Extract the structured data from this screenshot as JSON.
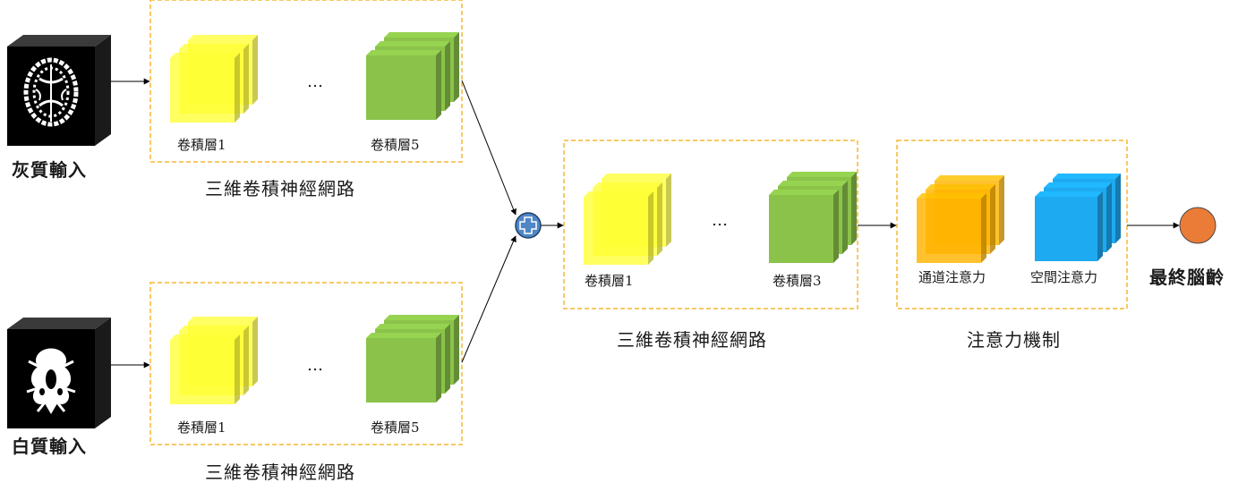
{
  "colors": {
    "yellow": "#ffff33",
    "green": "#8bc34a",
    "orange": "#ffb300",
    "blue": "#1eaaf1",
    "dashed": "#f5b731",
    "output": "#ea7c37",
    "plus": "#4f86c6"
  },
  "icons": {
    "sum": "plus-circle-icon",
    "output": "output-circle-icon"
  },
  "labels": {
    "gray_input": "灰質輸入",
    "white_input": "白質輸入",
    "top_block": {
      "first_layer": "卷積層1",
      "last_layer": "卷積層5",
      "ellipsis": "…",
      "caption": "三維卷積神經網路"
    },
    "bottom_block": {
      "first_layer": "卷積層1",
      "last_layer": "卷積層5",
      "ellipsis": "…",
      "caption": "三維卷積神經網路"
    },
    "mid_block": {
      "first_layer": "卷積層1",
      "last_layer": "卷積層3",
      "ellipsis": "…",
      "caption": "三維卷積神經網路"
    },
    "attention_block": {
      "channel": "通道注意力",
      "spatial": "空間注意力",
      "caption": "注意力機制"
    },
    "output": "最終腦齡"
  }
}
